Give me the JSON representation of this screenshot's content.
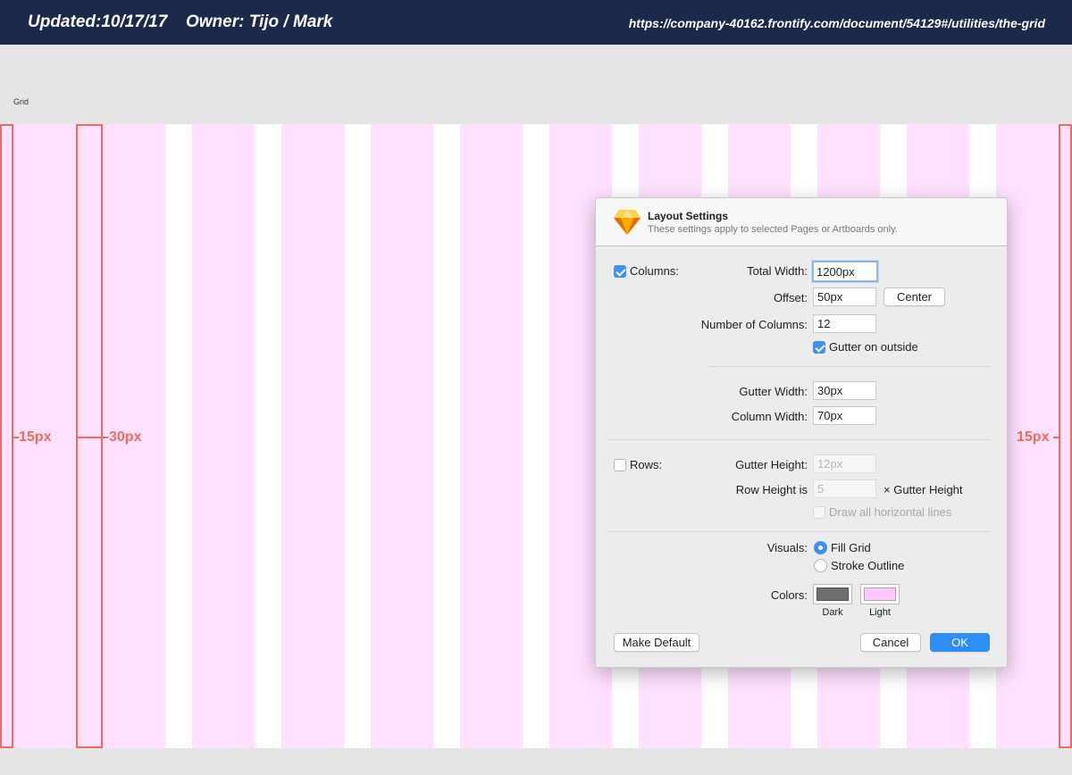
{
  "header": {
    "updated": "Updated:10/17/17",
    "owner": "Owner: Tijo / Mark",
    "url": "https://company-40162.frontify.com/document/54129#/utilities/the-grid"
  },
  "section_label": "Grid",
  "measurements": {
    "left_margin": "15px",
    "gutter": "30px",
    "right_margin": "15px"
  },
  "colors": {
    "header_bg": "#1b2a4a",
    "grid_column": "#ffe1ff",
    "gutter": "#ffffff",
    "measure": "#ef6b5b",
    "swatch_dark": "#6e6e6e",
    "swatch_light": "#ffc8ff",
    "primary": "#2e8ef7"
  },
  "dialog": {
    "icon": "sketch-diamond-icon",
    "title": "Layout Settings",
    "subtitle": "These settings apply to selected Pages or Artboards only.",
    "columns": {
      "checkbox_label": "Columns:",
      "checked": true,
      "total_width_label": "Total Width:",
      "total_width_value": "1200px",
      "offset_label": "Offset:",
      "offset_value": "50px",
      "center_button": "Center",
      "num_columns_label": "Number of Columns:",
      "num_columns_value": "12",
      "gutter_outside_label": "Gutter on outside",
      "gutter_outside_checked": true,
      "gutter_width_label": "Gutter Width:",
      "gutter_width_value": "30px",
      "column_width_label": "Column Width:",
      "column_width_value": "70px"
    },
    "rows": {
      "checkbox_label": "Rows:",
      "checked": false,
      "gutter_height_label": "Gutter Height:",
      "gutter_height_value": "12px",
      "row_height_label": "Row Height is",
      "row_height_value": "5",
      "row_height_suffix": "× Gutter Height",
      "draw_lines_label": "Draw all horizontal lines",
      "draw_lines_checked": false
    },
    "visuals": {
      "label": "Visuals:",
      "options": [
        "Fill Grid",
        "Stroke Outline"
      ],
      "selected": "Fill Grid"
    },
    "colors": {
      "label": "Colors:",
      "dark_label": "Dark",
      "light_label": "Light"
    },
    "buttons": {
      "make_default": "Make Default",
      "cancel": "Cancel",
      "ok": "OK"
    }
  }
}
